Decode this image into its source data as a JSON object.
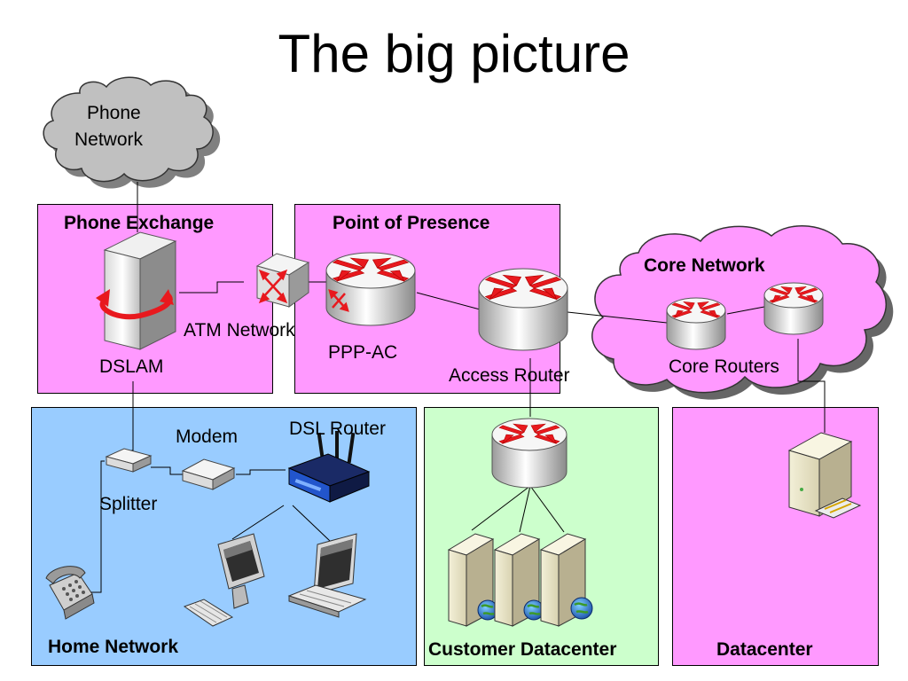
{
  "title": "The big picture",
  "colors": {
    "pink": "#ff99ff",
    "blue": "#99ccff",
    "green": "#ccffcc",
    "gray_cloud": "#c0c0c0",
    "router_arrow": "#e8191e",
    "line": "#000000"
  },
  "regions": {
    "phone_exchange": "Phone Exchange",
    "point_of_presence": "Point of Presence",
    "core_network": "Core Network",
    "home_network": "Home Network",
    "customer_datacenter": "Customer Datacenter",
    "datacenter": "Datacenter"
  },
  "clouds": {
    "phone_network_line1": "Phone",
    "phone_network_line2": "Network"
  },
  "devices": {
    "dslam": "DSLAM",
    "atm_network": "ATM Network",
    "ppp_ac": "PPP-AC",
    "access_router": "Access Router",
    "core_routers": "Core Routers",
    "modem": "Modem",
    "dsl_router": "DSL Router",
    "splitter": "Splitter"
  }
}
